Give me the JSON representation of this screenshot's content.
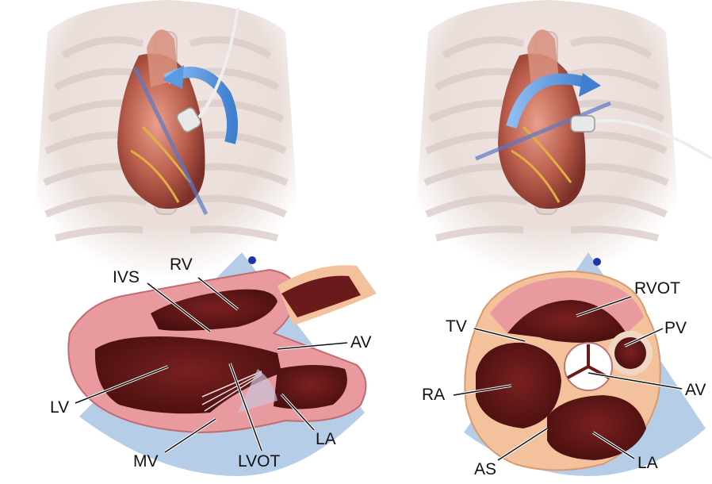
{
  "left_panel": {
    "labels": {
      "rv": "RV",
      "ivs": "IVS",
      "av": "AV",
      "lv": "LV",
      "la": "LA",
      "mv": "MV",
      "lvot": "LVOT"
    }
  },
  "right_panel": {
    "labels": {
      "rvot": "RVOT",
      "tv": "TV",
      "pv": "PV",
      "ra": "RA",
      "av": "AV",
      "as": "AS",
      "la": "LA"
    }
  },
  "colors": {
    "myocardium_pink": "#e89a9f",
    "chamber_dark": "#5a1414",
    "ultrasound_sector": "#a9c4e3",
    "arrow_blue": "#4d8fd6",
    "marker_dot": "#2233aa"
  }
}
